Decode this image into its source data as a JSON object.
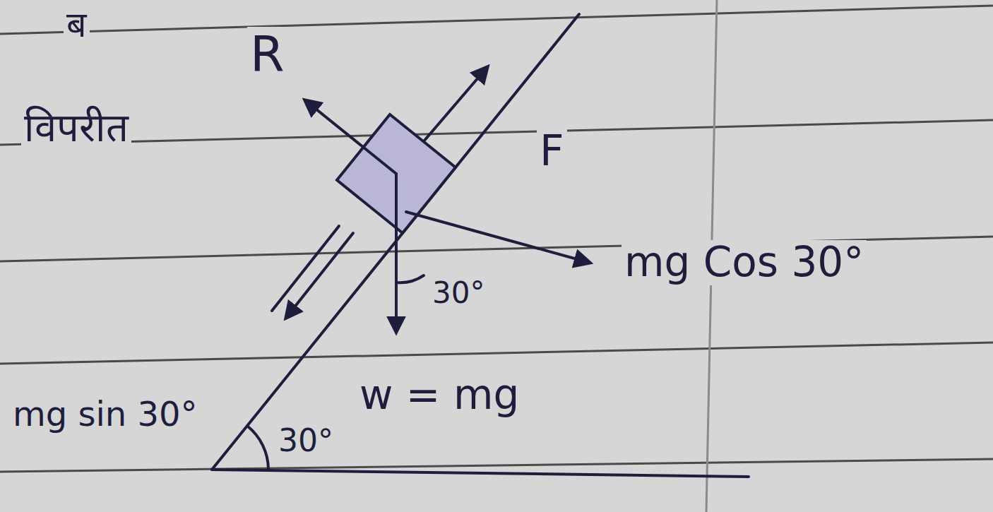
{
  "diagram": {
    "labels": [
      "ब",
      "R",
      "विपरीत",
      "F",
      "mg Cos 30°",
      "30°",
      "w = mg",
      "mg sin 30°",
      "30°"
    ]
  }
}
